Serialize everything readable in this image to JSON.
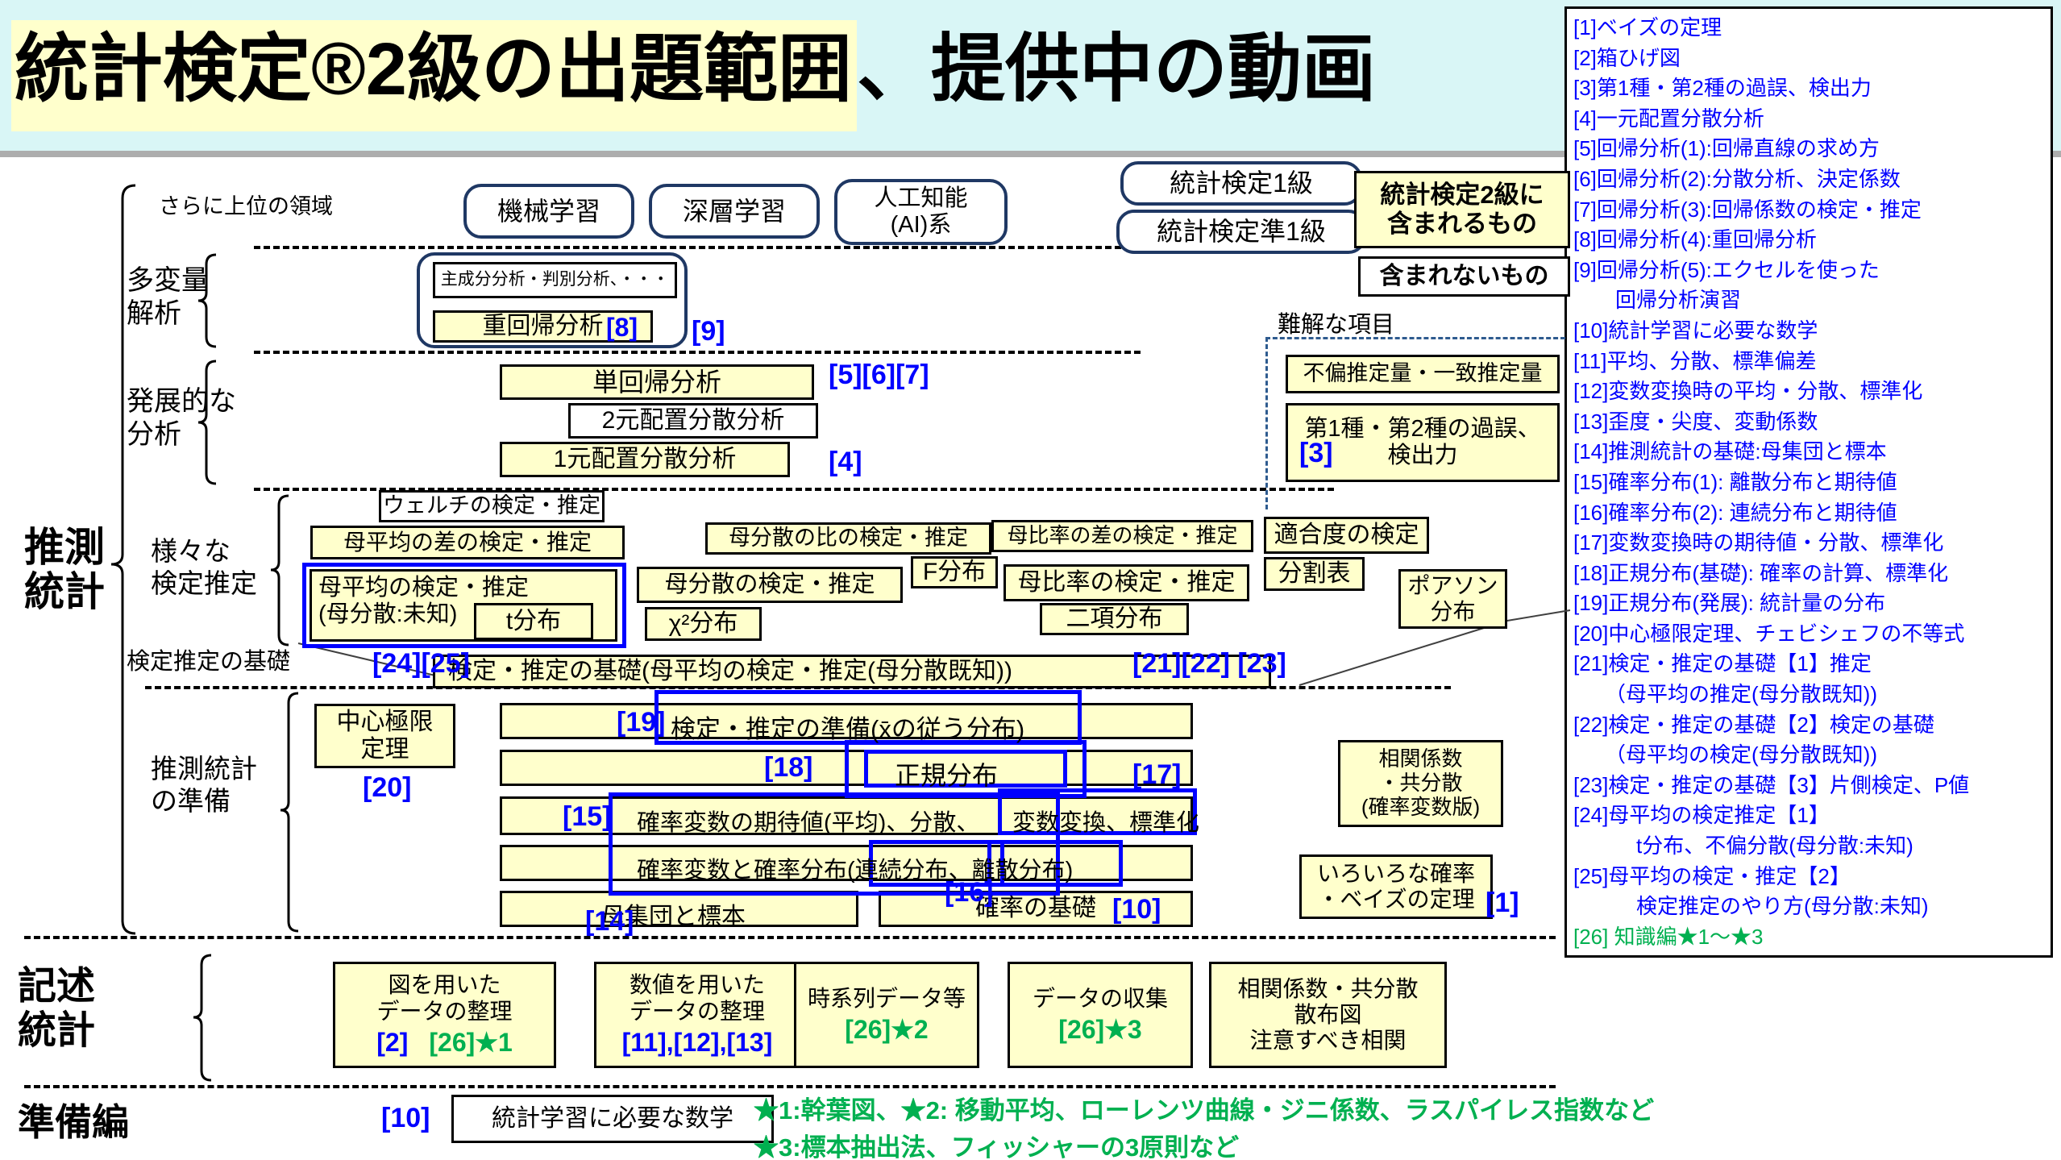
{
  "title": {
    "highlight": "統計検定®2級の出題範囲",
    "rest": "、提供中の動画"
  },
  "labels": {
    "top_area": "さらに上位の領域",
    "multivariate": "多変量\n解析",
    "advanced": "発展的な\n分析",
    "inference": "推測\n統計",
    "various_tests": "様々な\n検定推定",
    "test_basis": "検定推定の基礎",
    "inference_prep": "推測統計\nの準備",
    "descriptive": "記述\n統計",
    "preparation": "準備編",
    "difficult": "難解な項目"
  },
  "keybox": {
    "included": "統計検定2級に\n含まれるもの",
    "excluded": "含まれないもの"
  },
  "nodes": {
    "machine_learning": "機械学習",
    "deep_learning": "深層学習",
    "ai": "人工知能\n(AI)系",
    "stat1": "統計検定1級",
    "stat_pre1": "統計検定準1級",
    "pca": "主成分分析・判別分析、・・・",
    "multi_reg": "重回帰分析",
    "simple_reg": "単回帰分析",
    "anova2": "2元配置分散分析",
    "anova1": "1元配置分散分析",
    "welch": "ウェルチの検定・推定",
    "mean_diff": "母平均の差の検定・推定",
    "mean_test": "母平均の検定・推定\n(母分散:未知)",
    "t_dist": "t分布",
    "var_test": "母分散の検定・推定",
    "chi2": "χ²分布",
    "var_ratio": "母分散の比の検定・推定",
    "f_dist": "F分布",
    "prop_diff": "母比率の差の検定・推定",
    "prop_test": "母比率の検定・推定",
    "binom": "二項分布",
    "gof": "適合度の検定",
    "cont_table": "分割表",
    "poisson": "ポアソン\n分布",
    "unbiased": "不偏推定量・一致推定量",
    "type_errors": "第1種・第2種の過誤、\n検出力",
    "test_basis_box": "検定・推定の基礎(母平均の検定・推定(母分散既知))",
    "clt": "中心極限\n定理",
    "prep_row": "検定・推定の準備(x̄の従う分布)",
    "normal": "正規分布",
    "expect_row": "確率変数の期待値(平均)、分散、",
    "transform": "変数変換、標準化",
    "rv_row": "確率変数と確率分布(連続分布、離散分布)",
    "pop_sample": "母集団と標本",
    "prob_basis": "確率の基礎",
    "corr_rv": "相関係数\n・共分散\n(確率変数版)",
    "various_prob": "いろいろな確率\n・ベイズの定理",
    "fig_box": "図を用いた\nデータの整理",
    "num_box": "数値を用いた\nデータの整理",
    "ts_box": "時系列データ等",
    "collect_box": "データの収集",
    "corr_box": "相関係数・共分散\n散布図\n注意すべき相関",
    "math_box": "統計学習に必要な数学"
  },
  "refs": {
    "r8": "[8]",
    "r9": "[9]",
    "r567": "[5][6][7]",
    "r4": "[4]",
    "r2425": "[24][25]",
    "r212223": "[21][22] [23]",
    "r3": "[3]",
    "r20": "[20]",
    "r19": "[19]",
    "r18": "[18]",
    "r17": "[17]",
    "r15": "[15]",
    "r16": "[16]",
    "r14": "[14]",
    "r10": "[10]",
    "r1": "[1]",
    "r2": "[2]",
    "r26s1": "[26]★1",
    "r111213": "[11],[12],[13]",
    "r26s2": "[26]★2",
    "r26s3": "[26]★3"
  },
  "legend": {
    "items": [
      {
        "text": "[1]ベイズの定理"
      },
      {
        "text": "[2]箱ひげ図"
      },
      {
        "text": "[3]第1種・第2種の過誤、検出力"
      },
      {
        "text": "[4]一元配置分散分析"
      },
      {
        "text": "[5]回帰分析(1):回帰直線の求め方"
      },
      {
        "text": "[6]回帰分析(2):分散分析、決定係数"
      },
      {
        "text": "[7]回帰分析(3):回帰係数の検定・推定"
      },
      {
        "text": "[8]回帰分析(4):重回帰分析"
      },
      {
        "text": "[9]回帰分析(5):エクセルを使った"
      },
      {
        "text": "　　回帰分析演習"
      },
      {
        "text": "[10]統計学習に必要な数学"
      },
      {
        "text": "[11]平均、分散、標準偏差"
      },
      {
        "text": "[12]変数変換時の平均・分散、標準化"
      },
      {
        "text": "[13]歪度・尖度、変動係数"
      },
      {
        "text": "[14]推測統計の基礎:母集団と標本"
      },
      {
        "text": "[15]確率分布(1): 離散分布と期待値"
      },
      {
        "text": "[16]確率分布(2): 連続分布と期待値"
      },
      {
        "text": "[17]変数変換時の期待値・分散、標準化"
      },
      {
        "text": "[18]正規分布(基礎): 確率の計算、標準化"
      },
      {
        "text": "[19]正規分布(発展): 統計量の分布"
      },
      {
        "text": "[20]中心極限定理、チェビシェフの不等式"
      },
      {
        "text": "[21]検定・推定の基礎【1】推定"
      },
      {
        "text": "　　（母平均の推定(母分散既知))"
      },
      {
        "text": "[22]検定・推定の基礎【2】検定の基礎"
      },
      {
        "text": "　　（母平均の検定(母分散既知))"
      },
      {
        "text": "[23]検定・推定の基礎【3】片側検定、P値"
      },
      {
        "text": "[24]母平均の検定推定【1】"
      },
      {
        "text": "　　　t分布、不偏分散(母分散:未知)"
      },
      {
        "text": "[25]母平均の検定・推定【2】"
      },
      {
        "text": "　　　検定推定のやり方(母分散:未知)"
      },
      {
        "text": "[26] 知識編★1～★3",
        "green": true
      }
    ]
  },
  "footnote": {
    "line1": "★1:幹葉図、★2: 移動平均、ローレンツ曲線・ジニ係数、ラスパイレス指数など",
    "line2": "★3:標本抽出法、フィッシャーの3原則など"
  }
}
